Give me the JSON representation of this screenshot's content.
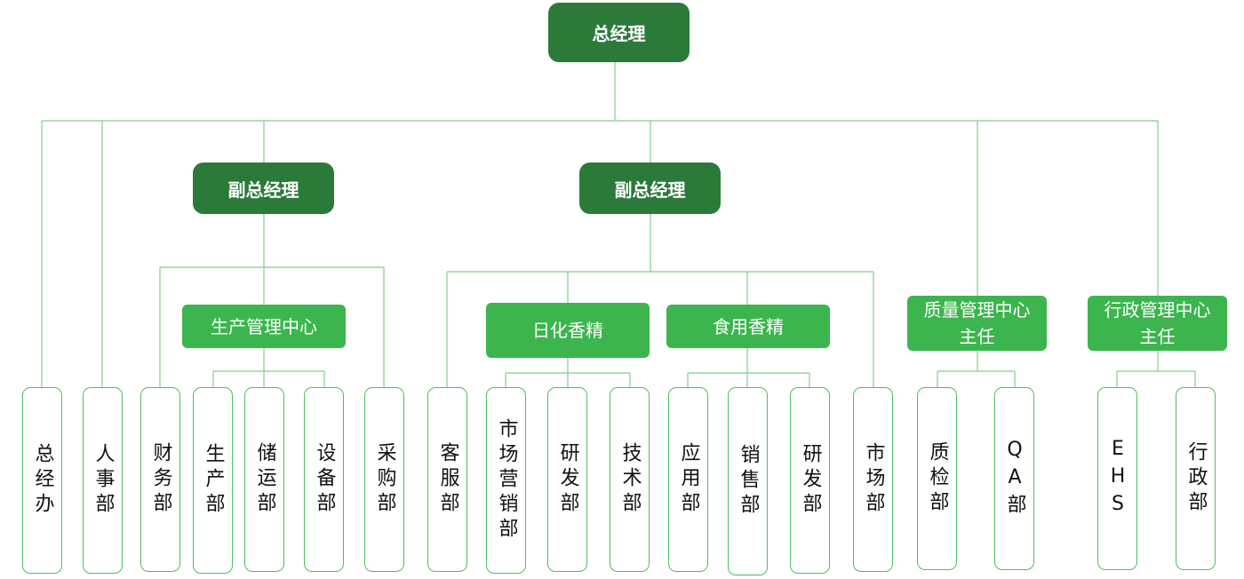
{
  "colors": {
    "dark_node": "#2b7a3a",
    "mid_node": "#3cb54e",
    "leaf_border": "#4cbf5e",
    "connector": "#7fcf8c"
  },
  "ceo": "总经理",
  "vp_left": "副总经理",
  "vp_mid": "副总经理",
  "centers": {
    "production": "生产管理中心",
    "daily_flavor": "日化香精",
    "food_flavor": "食用香精",
    "quality": "质量管理中心\n主任",
    "admin": "行政管理中心\n主任"
  },
  "departments": [
    "总经办",
    "人事部",
    "财务部",
    "生产部",
    "储运部",
    "设备部",
    "采购部",
    "客服部",
    "市场营销部",
    "研发部",
    "技术部",
    "应用部",
    "销售部",
    "研发部",
    "市场部",
    "质检部",
    "QA部",
    "EHS",
    "行政部"
  ]
}
